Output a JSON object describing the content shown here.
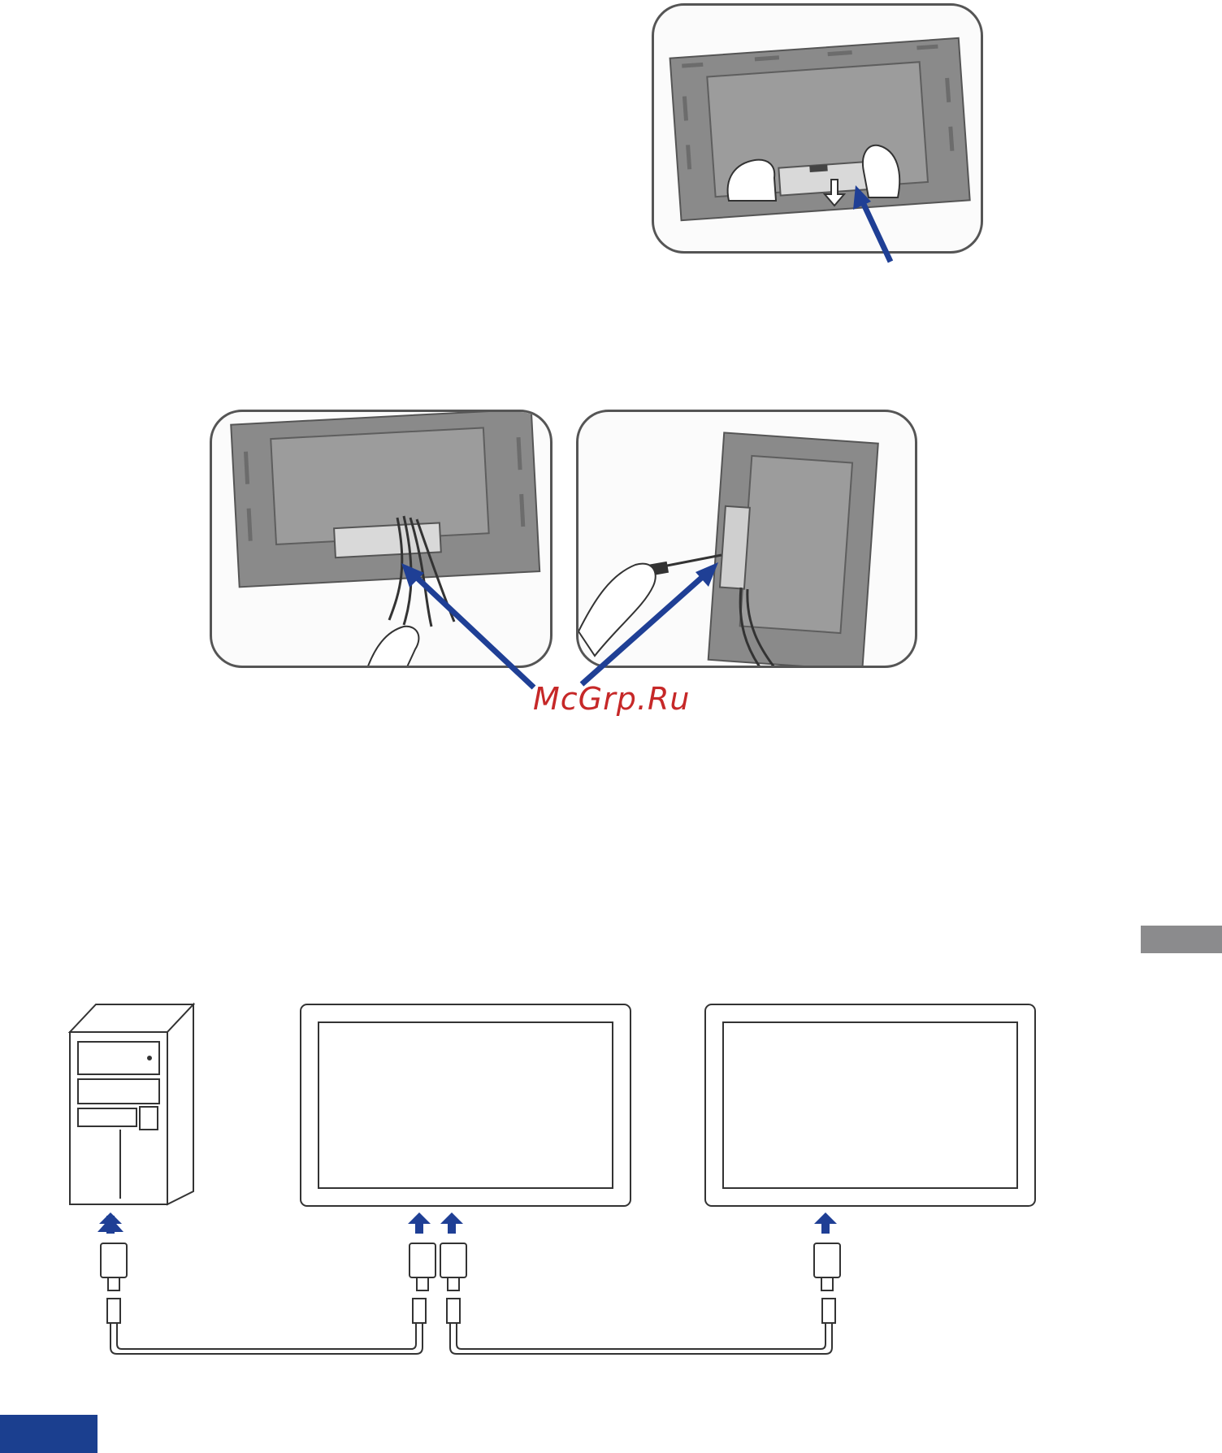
{
  "watermark": {
    "text": "McGrp.Ru"
  },
  "colors": {
    "pointer_arrow": "#1f3f95",
    "watermark": "#c62828",
    "side_tab": "#8b8b8d",
    "page_tab": "#1b3f8f",
    "panel_border": "#555555"
  },
  "figures": {
    "step_remove_cover": {
      "icon": "hands-sliding-cover-illustration"
    },
    "step_route_cables": {
      "icon": "cable-bundle-illustration"
    },
    "step_fasten_screw": {
      "icon": "screwdriver-illustration"
    },
    "daisy_chain": {
      "devices": [
        "computer-tower-icon",
        "monitor-icon",
        "monitor-icon"
      ],
      "cables": [
        "vga-cable-icon",
        "vga-cable-icon"
      ]
    }
  }
}
